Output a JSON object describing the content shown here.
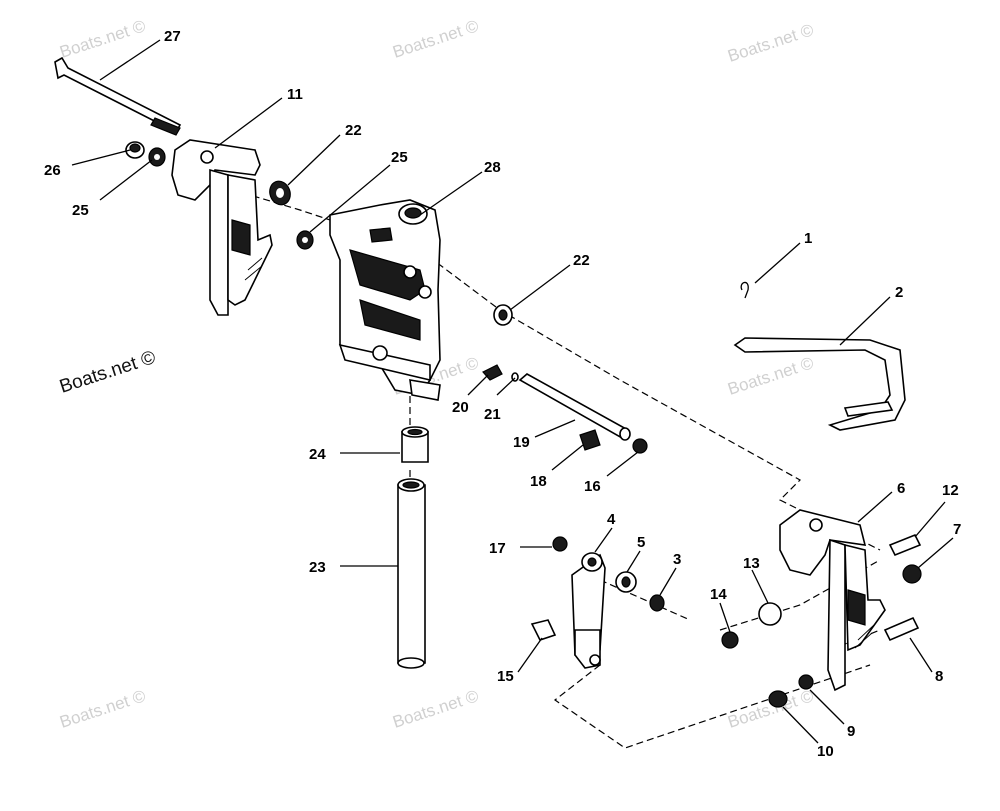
{
  "callouts": [
    {
      "n": "27"
    },
    {
      "n": "11"
    },
    {
      "n": "26"
    },
    {
      "n": "25"
    },
    {
      "n": "22"
    },
    {
      "n": "25"
    },
    {
      "n": "28"
    },
    {
      "n": "1"
    },
    {
      "n": "2"
    },
    {
      "n": "22"
    },
    {
      "n": "20"
    },
    {
      "n": "21"
    },
    {
      "n": "19"
    },
    {
      "n": "24"
    },
    {
      "n": "18"
    },
    {
      "n": "16"
    },
    {
      "n": "6"
    },
    {
      "n": "12"
    },
    {
      "n": "7"
    },
    {
      "n": "4"
    },
    {
      "n": "17"
    },
    {
      "n": "5"
    },
    {
      "n": "3"
    },
    {
      "n": "13"
    },
    {
      "n": "14"
    },
    {
      "n": "23"
    },
    {
      "n": "8"
    },
    {
      "n": "15"
    },
    {
      "n": "9"
    },
    {
      "n": "10"
    }
  ],
  "watermark": {
    "text": "Boats.net ©"
  }
}
